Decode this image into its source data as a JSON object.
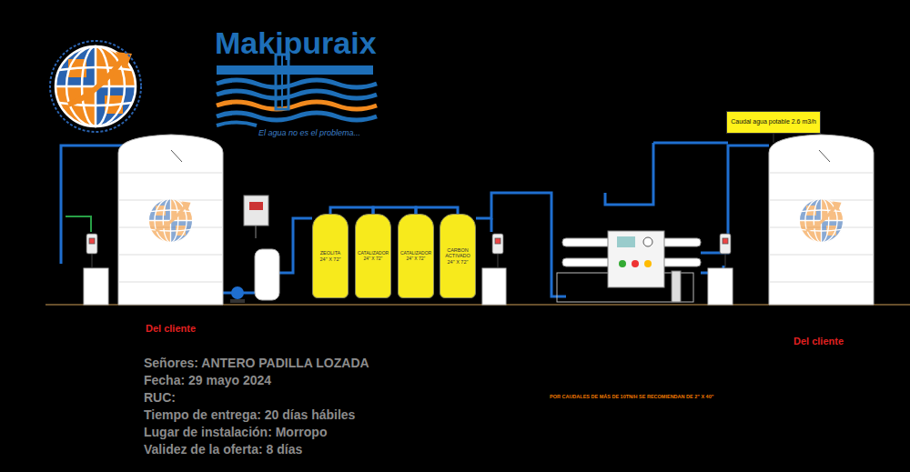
{
  "diagram": {
    "nodes": [
      {
        "text": [
          "ZEOLITA",
          "24\" X 72\""
        ]
      },
      {
        "text": [
          "CATALIZADOR",
          "24\" X 72\""
        ]
      },
      {
        "text": [
          "CATALIZADOR",
          "24\" X 72\""
        ]
      },
      {
        "text": [
          "CARBON ACTIVADO",
          "24\" X 72\""
        ]
      },
      {
        "text": [
          "Caudal agua potable 2.6 m3/h"
        ]
      }
    ],
    "edges": [
      {
        "from": 0,
        "to": 1,
        "arrow": "none"
      },
      {
        "from": 1,
        "to": 2,
        "arrow": "none"
      },
      {
        "from": 2,
        "to": 3,
        "arrow": "none"
      }
    ],
    "labels": [
      "Makipuraix",
      "El agua no es el problema...",
      "Del cliente",
      "Del cliente",
      "Señores: ANTERO PADILLA LOZADA",
      "Fecha: 29 mayo 2024",
      "RUC:",
      "Tiempo de entrega: 20 días hábiles",
      "Lugar de instalación: Morropo",
      "Validez de la oferta: 8 días",
      "POR CAUDALES DE MÁS DE 10TN/H SE RECOMIENDAN DE 2\" X 40\""
    ]
  }
}
